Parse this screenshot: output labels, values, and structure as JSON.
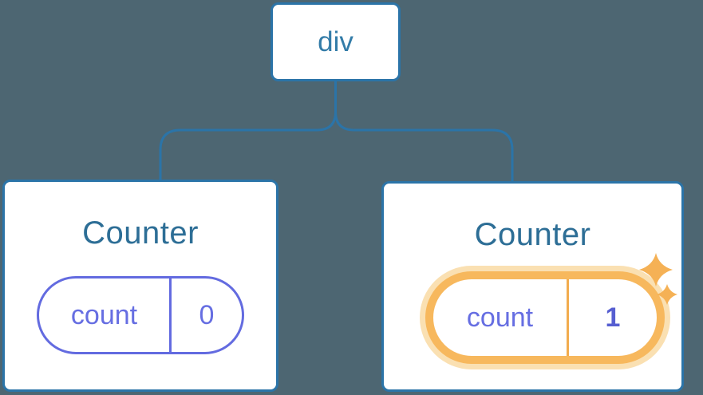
{
  "diagram": {
    "root": {
      "label": "div"
    },
    "children": [
      {
        "title": "Counter",
        "state": {
          "key": "count",
          "value": "0"
        },
        "highlighted": false
      },
      {
        "title": "Counter",
        "state": {
          "key": "count",
          "value": "1"
        },
        "highlighted": true
      }
    ]
  },
  "icons": {
    "sparkles": "sparkles-icon"
  },
  "colors": {
    "background": "#4D6672",
    "card_bg": "#FFFFFF",
    "node_border": "#2B74A8",
    "connector": "#2B74A8",
    "node_text": "#337CA8",
    "title_text": "#2D6E96",
    "pill_border": "#636BE0",
    "pill_text": "#666EE2",
    "pill_value_bold": "#565ED1",
    "highlight_ring": "#F7B85D",
    "highlight_halo": "#FAE0B2",
    "highlight_divider": "#F2AC4E",
    "sparkle": "#F5B155"
  }
}
